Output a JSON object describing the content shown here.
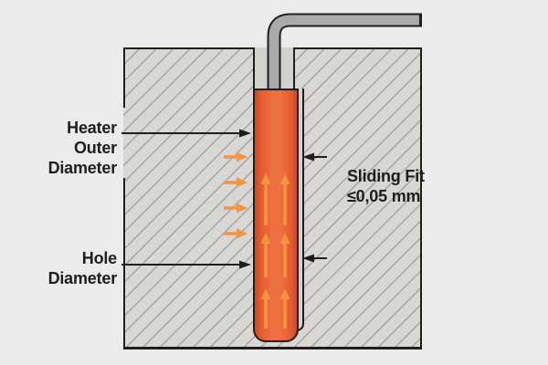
{
  "diagram": {
    "type": "technical-illustration",
    "subject": "cartridge-heater-in-drilled-hole-cross-section",
    "labels": {
      "heater_outer_diameter": "Heater\nOuter\nDiameter",
      "hole_diameter": "Hole\nDiameter",
      "sliding_fit": "Sliding Fit\n≤0,05 mm"
    },
    "colors": {
      "background": "#ECEBE9",
      "block_fill": "#D8D7D4",
      "hatch_line": "#A5A4A1",
      "outline": "#1E1E1C",
      "hole_fill": "#D2D1CE",
      "cable_fill": "#ABAAA8",
      "heater_edge": "#C94B26",
      "heater_mid": "#EE6F3F",
      "heat_arrow": "#F79440",
      "text": "#1E1E1C"
    }
  }
}
